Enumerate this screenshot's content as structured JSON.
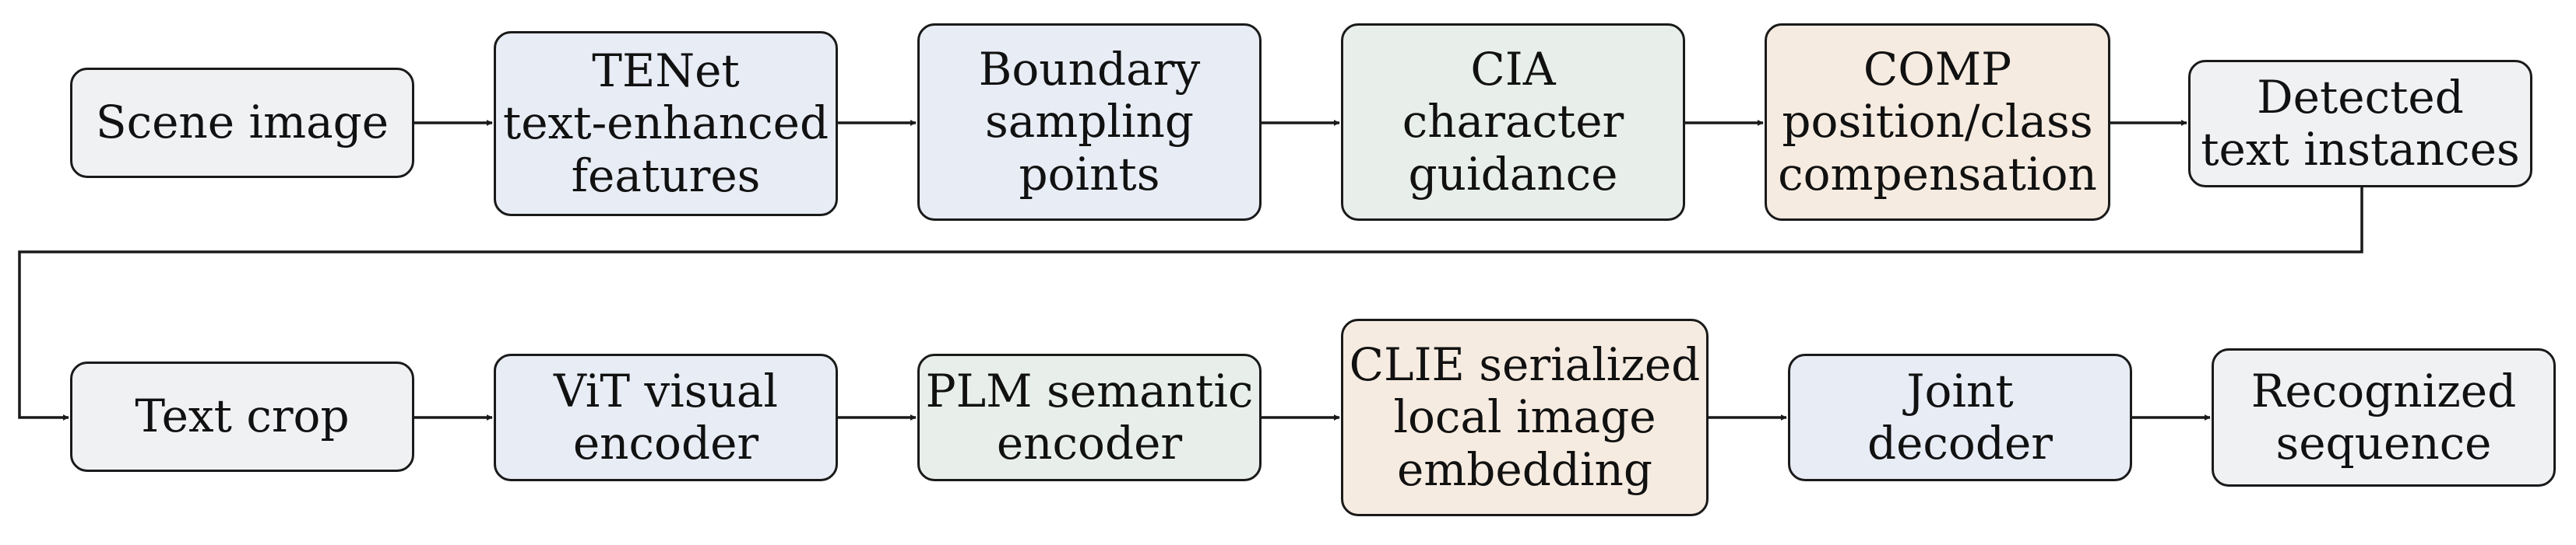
{
  "colors": {
    "gray": "#f0f1f3",
    "blue": "#e7ecf5",
    "green": "#e8efea",
    "peach": "#f6ebe0",
    "stroke": "#1a1a1a"
  },
  "row1": [
    {
      "id": "scene-image",
      "lines": [
        "Scene image"
      ],
      "fill": "gray"
    },
    {
      "id": "tenet",
      "lines": [
        "TENet",
        "text-enhanced",
        "features"
      ],
      "fill": "blue"
    },
    {
      "id": "boundary",
      "lines": [
        "Boundary",
        "sampling",
        "points"
      ],
      "fill": "blue"
    },
    {
      "id": "cia",
      "lines": [
        "CIA",
        "character",
        "guidance"
      ],
      "fill": "green"
    },
    {
      "id": "comp",
      "lines": [
        "COMP",
        "position/class",
        "compensation"
      ],
      "fill": "peach"
    },
    {
      "id": "detected",
      "lines": [
        "Detected",
        "text instances"
      ],
      "fill": "gray"
    }
  ],
  "row2": [
    {
      "id": "text-crop",
      "lines": [
        "Text crop"
      ],
      "fill": "gray"
    },
    {
      "id": "vit",
      "lines": [
        "ViT visual",
        "encoder"
      ],
      "fill": "blue"
    },
    {
      "id": "plm",
      "lines": [
        "PLM semantic",
        "encoder"
      ],
      "fill": "green"
    },
    {
      "id": "clie",
      "lines": [
        "CLIE serialized",
        "local image",
        "embedding"
      ],
      "fill": "peach"
    },
    {
      "id": "joint",
      "lines": [
        "Joint",
        "decoder"
      ],
      "fill": "blue"
    },
    {
      "id": "recognized",
      "lines": [
        "Recognized",
        "sequence"
      ],
      "fill": "gray"
    }
  ]
}
